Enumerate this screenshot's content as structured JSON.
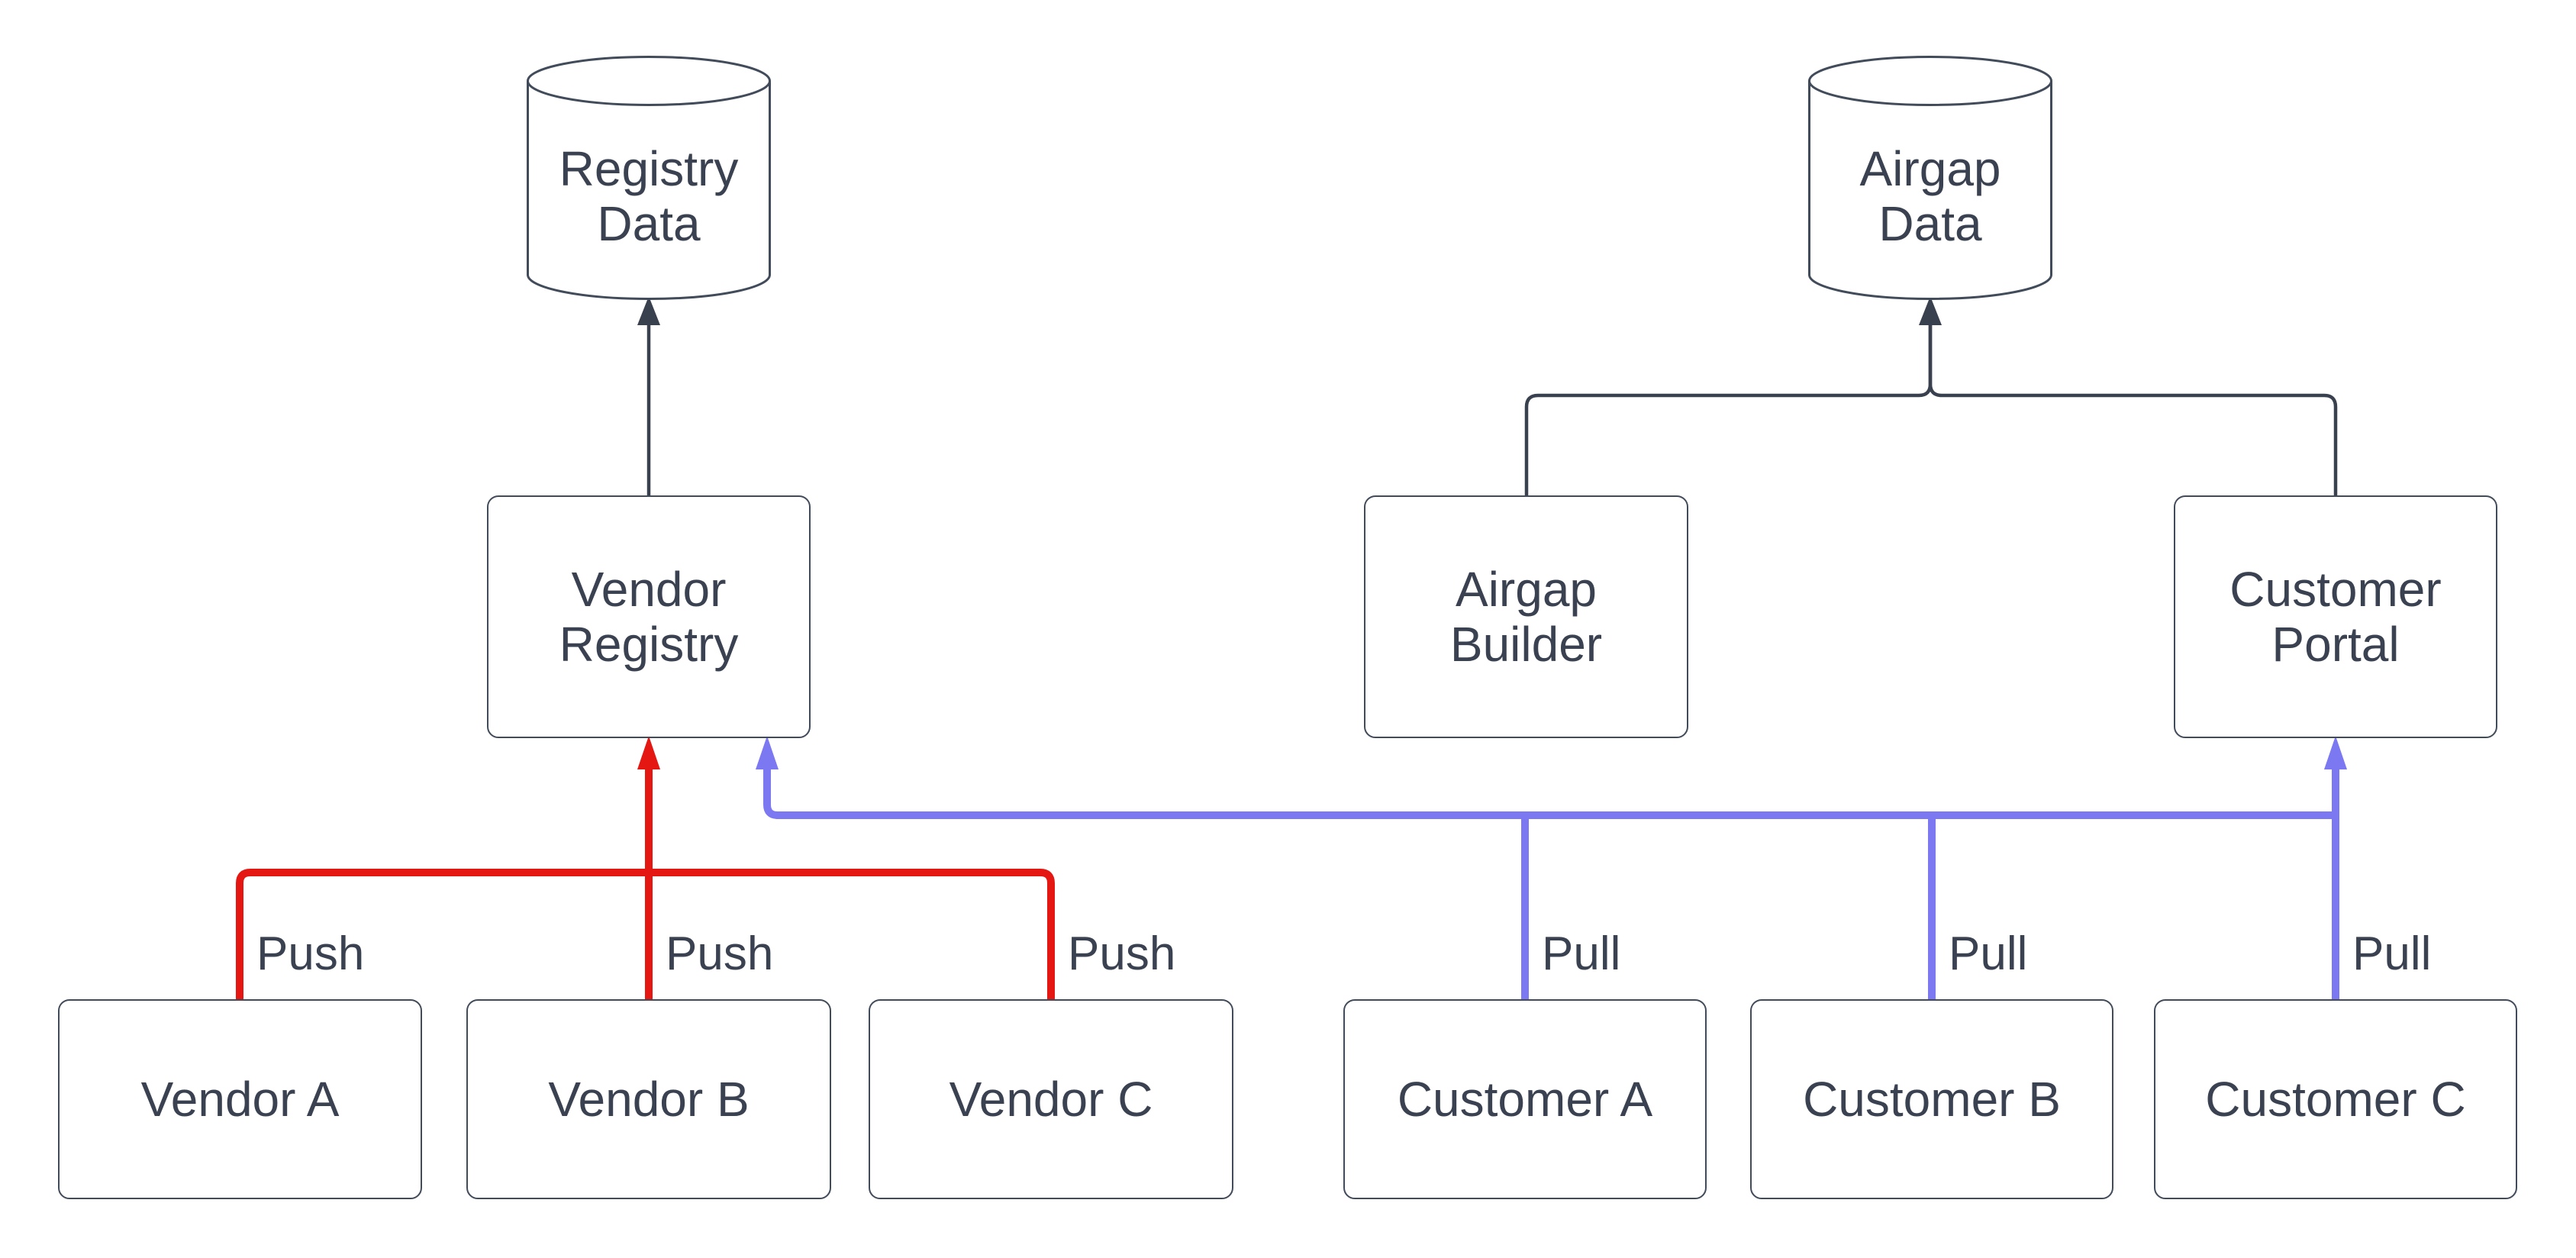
{
  "diagram": {
    "colors": {
      "push": "#e51713",
      "pull": "#7b78f2",
      "flow_dark": "#39414f",
      "node_border": "#414b5a",
      "text": "#3a4150",
      "background": "#ffffff"
    },
    "datastores": [
      {
        "id": "registry-data",
        "line1": "Registry",
        "line2": "Data"
      },
      {
        "id": "airgap-data",
        "line1": "Airgap",
        "line2": "Data"
      }
    ],
    "services": [
      {
        "id": "vendor-registry",
        "line1": "Vendor",
        "line2": "Registry"
      },
      {
        "id": "airgap-builder",
        "line1": "Airgap",
        "line2": "Builder"
      },
      {
        "id": "customer-portal",
        "line1": "Customer",
        "line2": "Portal"
      }
    ],
    "actors": [
      "Vendor A",
      "Vendor B",
      "Vendor C",
      "Customer A",
      "Customer B",
      "Customer C"
    ],
    "edge_labels": {
      "push": "Push",
      "pull": "Pull"
    }
  }
}
